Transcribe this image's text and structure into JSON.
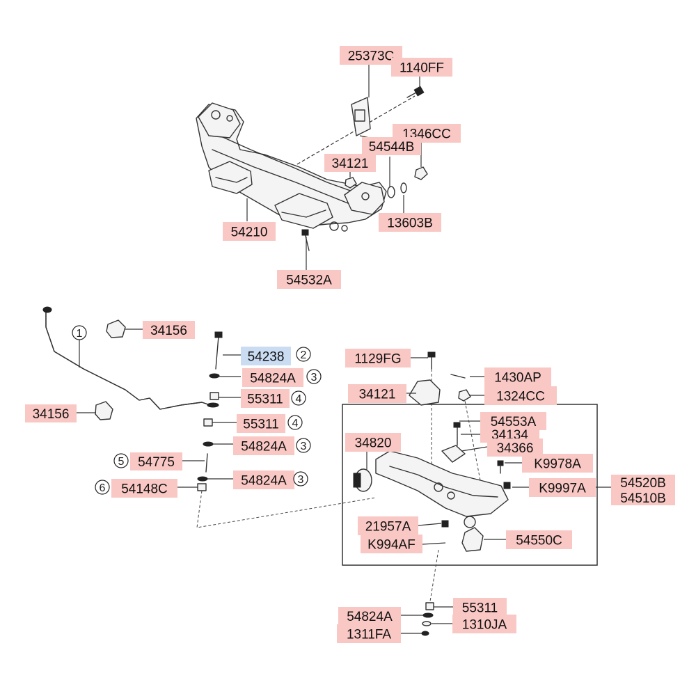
{
  "colors": {
    "callout_bg": "#f9c8c4",
    "selected_bg": "#c9dcf2",
    "line": "#333333",
    "background": "#ffffff"
  },
  "labels": {
    "p25373C": "25373C",
    "p1140FF": "1140FF",
    "p1346CC": "1346CC",
    "p54544B": "54544B",
    "p34121_top": "34121",
    "p54210": "54210",
    "p13603B": "13603B",
    "p54532A": "54532A",
    "p34156_a": "34156",
    "p34156_b": "34156",
    "p54238": "54238",
    "p54824A_1": "54824A",
    "p55311_1": "55311",
    "p55311_2": "55311",
    "p54824A_2": "54824A",
    "p54775": "54775",
    "p54824A_3": "54824A",
    "p54148C": "54148C",
    "p1129FG": "1129FG",
    "p1430AP": "1430AP",
    "p34121_bot": "34121",
    "p1324CC": "1324CC",
    "p54553A": "54553A",
    "p34134": "34134",
    "p34366": "34366",
    "p34820": "34820",
    "pK9978A": "K9978A",
    "pK9997A": "K9997A",
    "p54520B": "54520B",
    "p54510B": "54510B",
    "p21957A": "21957A",
    "pK994AF": "K994AF",
    "p54550C": "54550C",
    "p54824A_4": "54824A",
    "p55311_3": "55311",
    "p1311FA": "1311FA",
    "p1310JA": "1310JA"
  },
  "ref_numbers": {
    "n1": "1",
    "n2": "2",
    "n3a": "3",
    "n4a": "4",
    "n4b": "4",
    "n3b": "3",
    "n5": "5",
    "n3c": "3",
    "n6": "6"
  }
}
